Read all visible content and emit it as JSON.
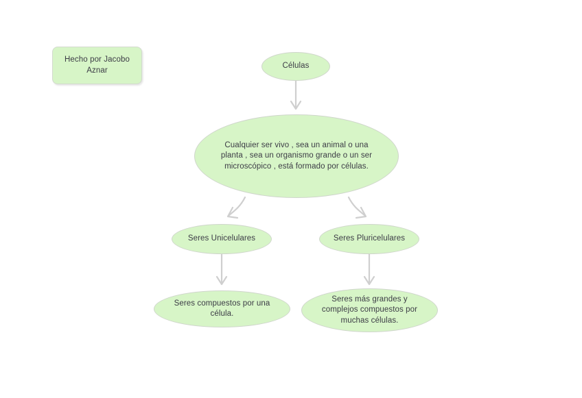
{
  "diagram": {
    "title": "Células concept map",
    "background_color": "#ffffff",
    "node_fill_color": "#d7f5c7",
    "node_border_color": "#cfd6cb",
    "node_text_color": "#3b3b45",
    "edge_color": "#cfcfcf",
    "credit": {
      "label": "Hecho por Jacobo Aznar",
      "shape": "rounded-rectangle"
    },
    "nodes": [
      {
        "id": "celulas",
        "label": "Células",
        "shape": "ellipse"
      },
      {
        "id": "definicion",
        "label": "Cualquier ser vivo , sea un animal o una planta , sea un organismo grande o un ser microscópico , está formado por células.",
        "shape": "ellipse"
      },
      {
        "id": "unicelulares",
        "label": "Seres Unicelulares",
        "shape": "ellipse"
      },
      {
        "id": "pluricelulares",
        "label": "Seres Pluricelulares",
        "shape": "ellipse"
      },
      {
        "id": "unicelulares-desc",
        "label": "Seres compuestos por una célula.",
        "shape": "ellipse"
      },
      {
        "id": "pluricelulares-desc",
        "label": "Seres más grandes y complejos compuestos por muchas células.",
        "shape": "ellipse"
      }
    ],
    "edges": [
      {
        "from": "celulas",
        "to": "definicion",
        "style": "arrow"
      },
      {
        "from": "definicion",
        "to": "unicelulares",
        "style": "arrow"
      },
      {
        "from": "definicion",
        "to": "pluricelulares",
        "style": "arrow"
      },
      {
        "from": "unicelulares",
        "to": "unicelulares-desc",
        "style": "arrow"
      },
      {
        "from": "pluricelulares",
        "to": "pluricelulares-desc",
        "style": "arrow"
      }
    ]
  }
}
